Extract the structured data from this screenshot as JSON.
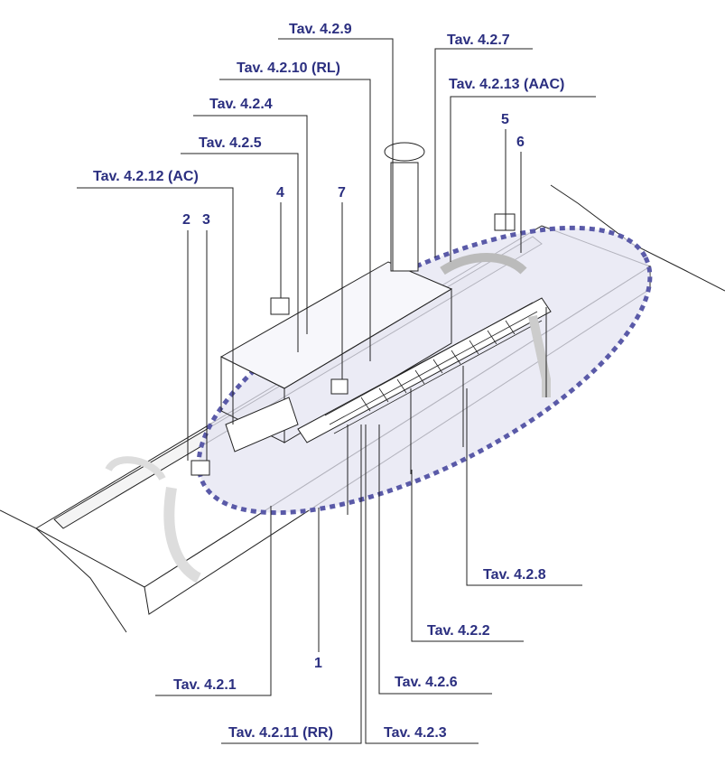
{
  "colors": {
    "label": "#2b2f80",
    "zone_fill": "#e4e4f1",
    "zone_stroke": "#5a5aa8",
    "drawing": "#222222"
  },
  "labels": {
    "t429": "Tav.  4.2.9",
    "t427": "Tav.  4.2.7",
    "t4210": "Tav. 4.2.10 (RL)",
    "t4213": "Tav. 4.2.13 (AAC)",
    "t424": "Tav.  4.2.4",
    "t425": "Tav.  4.2.5",
    "t4212": "Tav. 4.2.12 (AC)",
    "t428": "Tav.  4.2.8",
    "t422": "Tav.  4.2.2",
    "t421": "Tav.  4.2.1",
    "t426": "Tav.  4.2.6",
    "t4211": "Tav. 4.2.11 (RR)",
    "t423": "Tav.  4.2.3"
  },
  "numbers": {
    "n1": "1",
    "n2": "2",
    "n3": "3",
    "n4": "4",
    "n5": "5",
    "n6": "6",
    "n7": "7"
  }
}
